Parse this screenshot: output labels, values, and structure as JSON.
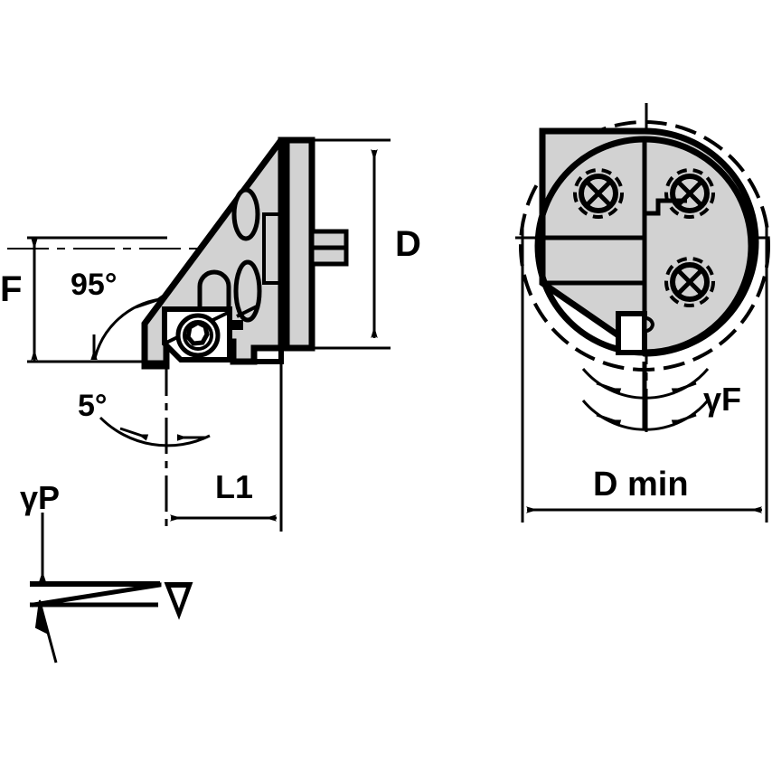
{
  "title": "Indexable Boring Head Technical Drawing",
  "colors": {
    "line": "#000000",
    "body_fill": "#d2d2d2",
    "background": "#ffffff",
    "insert_fill": "#ffffff"
  },
  "views": [
    {
      "name": "side-view",
      "description": "Side elevation of boring bar cutting head with 95 degree lead angle insert"
    },
    {
      "name": "front-view",
      "description": "End / front circular view of boring head showing three clamp screws"
    },
    {
      "name": "rake-detail-view",
      "description": "Bottom-left detail showing gamma P back rake angle of insert"
    }
  ],
  "labels": {
    "f_dimension": "F",
    "lead_angle": "95°",
    "clearance_angle": "5°",
    "gamma_p": "γP",
    "l1_dimension": "L1",
    "d_dimension": "D",
    "gamma_f": "γF",
    "d_min_dimension": "D min"
  },
  "annotations": {
    "dimension_count": 6,
    "screw_holes": 3,
    "insert_shape": "triangular-carbide-insert",
    "has_centerlines": true,
    "grid": false
  }
}
